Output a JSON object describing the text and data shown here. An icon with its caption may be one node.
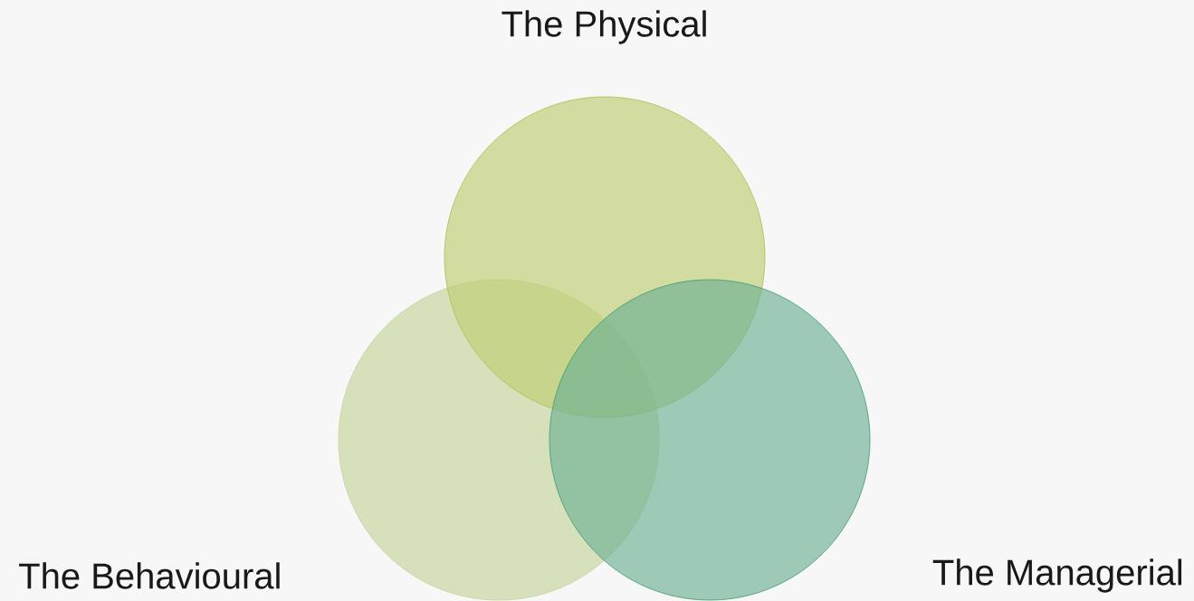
{
  "diagram": {
    "nodes": [
      {
        "text": [
          "The Physical"
        ]
      },
      {
        "text": [
          "The Behavioural"
        ]
      },
      {
        "text": [
          "The Managerial"
        ]
      }
    ]
  }
}
